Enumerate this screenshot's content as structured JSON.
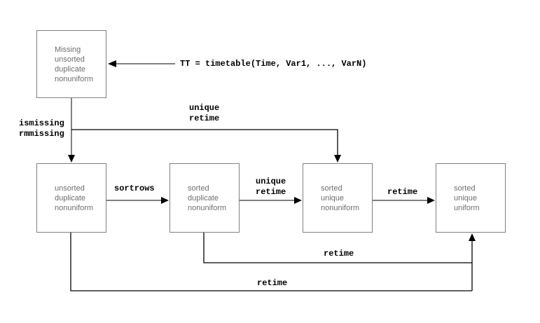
{
  "colors": {
    "background": "#ffffff",
    "box_border": "#808080",
    "box_text": "#6e6e6e",
    "gray_line": "#808080",
    "black_line": "#000000",
    "code_text": "#000000"
  },
  "boxes": [
    {
      "name": "missing-unsorted-duplicate-nonuniform",
      "label": "Missing\nunsorted\nduplicate\nnonuniform"
    },
    {
      "name": "unsorted-duplicate-nonuniform",
      "label": "unsorted\nduplicate\nnonuniform"
    },
    {
      "name": "sorted-duplicate-nonuniform",
      "label": "sorted\nduplicate\nnonuniform"
    },
    {
      "name": "sorted-unique-nonuniform",
      "label": "sorted\nunique\nnonuniform"
    },
    {
      "name": "sorted-unique-uniform",
      "label": "sorted\nunique\nuniform"
    }
  ],
  "edge_labels": {
    "create_code": "TT = timetable(Time, Var1, ..., VarN)",
    "missing_functions": "ismissing\nrmmissing",
    "unique_retime_branch": "unique\nretime",
    "sortrows": "sortrows",
    "unique_retime": "unique\nretime",
    "retime": "retime",
    "retime_from_sorted_duplicate": "retime",
    "retime_from_unsorted": "retime"
  }
}
